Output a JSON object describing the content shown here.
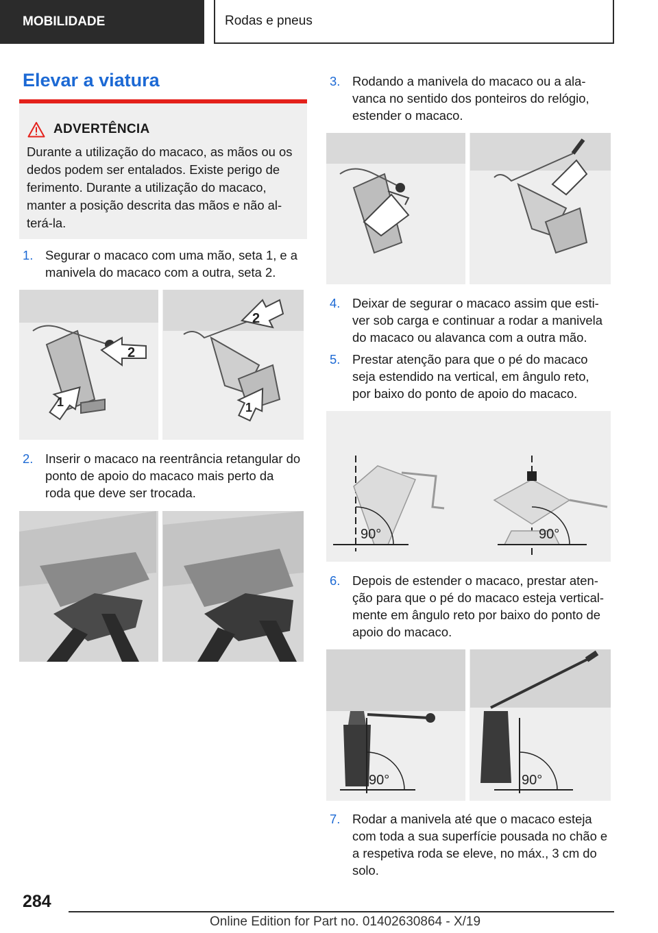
{
  "header": {
    "section": "MOBILIDADE",
    "chapter": "Rodas e pneus"
  },
  "title": "Elevar a viatura",
  "warning": {
    "icon": "warning-triangle-icon",
    "heading": "ADVERTÊNCIA",
    "lines": [
      "Durante a utilização do macaco, as mãos ou os",
      "dedos podem ser entalados. Existe perigo de",
      "ferimento. Durante a utilização do macaco,",
      "manter a posição descrita das mãos e não al‐",
      "terá-la."
    ]
  },
  "steps": [
    {
      "num": "1.",
      "lines": [
        "Segurar o macaco com uma mão, seta 1, e a",
        "manivela do macaco com a outra, seta 2."
      ]
    },
    {
      "num": "2.",
      "lines": [
        "Inserir o macaco na reentrância retangular do",
        "ponto de apoio do macaco mais perto da",
        "roda que deve ser trocada."
      ]
    },
    {
      "num": "3.",
      "lines": [
        "Rodando a manivela do macaco ou a ala‐",
        "vanca no sentido dos ponteiros do relógio,",
        "estender o macaco."
      ]
    },
    {
      "num": "4.",
      "lines": [
        "Deixar de segurar o macaco assim que esti‐",
        "ver sob carga e continuar a rodar a manivela",
        "do macaco ou alavanca com a outra mão."
      ]
    },
    {
      "num": "5.",
      "lines": [
        "Prestar atenção para que o pé do macaco",
        "seja estendido na vertical, em ângulo reto,",
        "por baixo do ponto de apoio do macaco."
      ]
    },
    {
      "num": "6.",
      "lines": [
        "Depois de estender o macaco, prestar aten‐",
        "ção para que o pé do macaco esteja vertical‐",
        "mente em ângulo reto por baixo do ponto de",
        "apoio do macaco."
      ]
    },
    {
      "num": "7.",
      "lines": [
        "Rodar a manivela até que o macaco esteja",
        "com toda a sua superfície pousada no chão e",
        "a respetiva roda se eleve, no máx., 3 cm do",
        "solo."
      ]
    }
  ],
  "figure_labels": {
    "arrow1": "1",
    "arrow2": "2",
    "angle": "90°"
  },
  "page_number": "284",
  "footer": "Online Edition for Part no. 01402630864 - X/19",
  "colors": {
    "accent": "#1c69d4",
    "warning": "#e4211b",
    "header": "#2b2b2b"
  }
}
